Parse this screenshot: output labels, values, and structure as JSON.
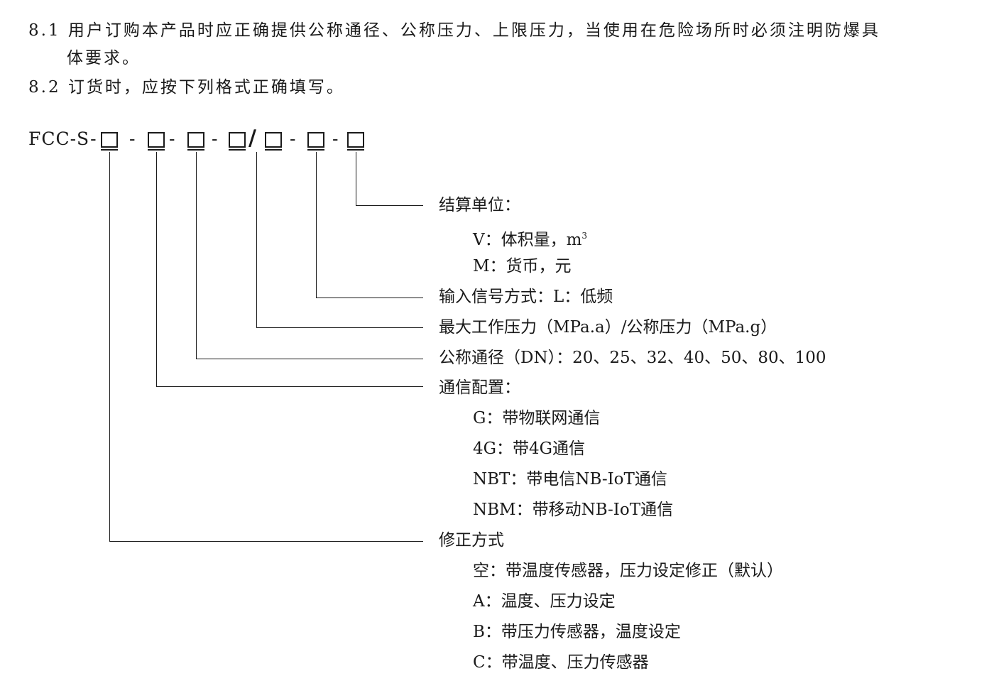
{
  "intro": {
    "line1": "8.1 用户订购本产品时应正确提供公称通径、公称压力、上限压力，当使用在危险场所时必须注明防爆具",
    "line2": "体要求。",
    "line3": "8.2 订货时，应按下列格式正确填写。"
  },
  "code": {
    "prefix": "FCC-S-",
    "dash": "-",
    "slash": "/"
  },
  "settlement": {
    "title": "结算单位：",
    "v_prefix": "V：体积量，m",
    "v_sup": "3",
    "m": "M：货币，元"
  },
  "signal": "输入信号方式：L：低频",
  "pressure": "最大工作压力（MPa.a）/公称压力（MPa.g）",
  "diameter": "公称通径（DN）：20、25、32、40、50、80、100",
  "comm": {
    "title": "通信配置：",
    "items": [
      "G：带物联网通信",
      "4G：带4G通信",
      "NBT：带电信NB-IoT通信",
      "NBM：带移动NB-IoT通信"
    ]
  },
  "correction": {
    "title": "修正方式",
    "items": [
      "空：带温度传感器，压力设定修正（默认）",
      "A：温度、压力设定",
      "B：带压力传感器，温度设定",
      "C：带温度、压力传感器"
    ]
  }
}
